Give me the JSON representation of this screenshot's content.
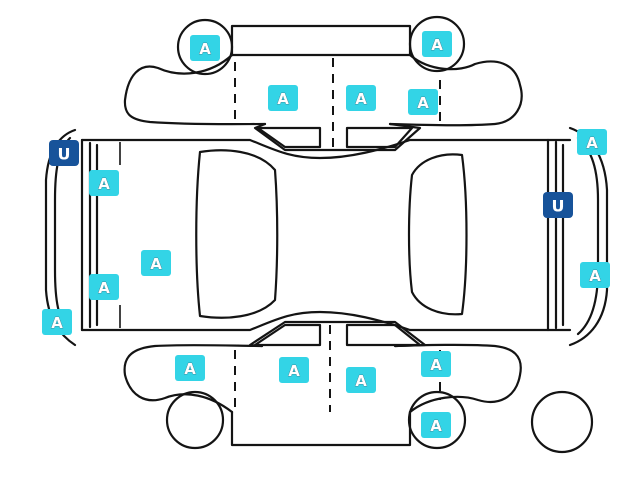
{
  "colors": {
    "marker_a": "#33d4e6",
    "marker_u": "#17539a",
    "line": "#141414",
    "background": "#ffffff"
  },
  "markers": [
    {
      "id": "left-front-wheel-top",
      "code": "A",
      "kind": "A"
    },
    {
      "id": "left-rear-wheel-top",
      "code": "A",
      "kind": "A"
    },
    {
      "id": "left-front-door-top",
      "code": "A",
      "kind": "A"
    },
    {
      "id": "left-rear-door-top",
      "code": "A",
      "kind": "A"
    },
    {
      "id": "left-rear-quarter-top",
      "code": "A",
      "kind": "A"
    },
    {
      "id": "front-bumper-left",
      "code": "U",
      "kind": "U"
    },
    {
      "id": "hood-left",
      "code": "A",
      "kind": "A"
    },
    {
      "id": "hood-center",
      "code": "A",
      "kind": "A"
    },
    {
      "id": "hood-right",
      "code": "A",
      "kind": "A"
    },
    {
      "id": "front-bumper-right",
      "code": "A",
      "kind": "A"
    },
    {
      "id": "rear-bumper-upper",
      "code": "A",
      "kind": "A"
    },
    {
      "id": "rear-bumper-u",
      "code": "U",
      "kind": "U"
    },
    {
      "id": "rear-bumper-lower",
      "code": "A",
      "kind": "A"
    },
    {
      "id": "right-front-fender",
      "code": "A",
      "kind": "A"
    },
    {
      "id": "right-front-door",
      "code": "A",
      "kind": "A"
    },
    {
      "id": "right-rear-door",
      "code": "A",
      "kind": "A"
    },
    {
      "id": "right-rear-quarter",
      "code": "A",
      "kind": "A"
    },
    {
      "id": "right-rear-wheel",
      "code": "A",
      "kind": "A"
    }
  ]
}
